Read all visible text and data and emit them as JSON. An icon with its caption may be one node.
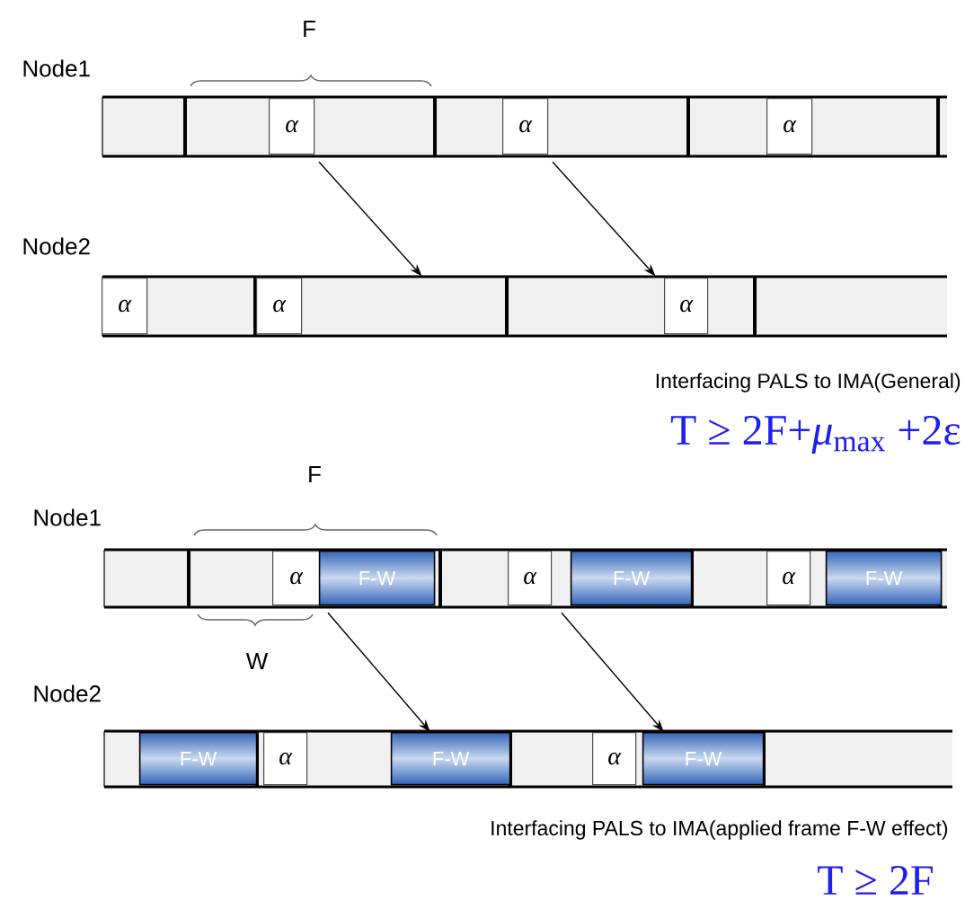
{
  "diagram": {
    "nodes": [
      {
        "text": [],
        "shape": "bar",
        "beside": [
          "Node1"
        ]
      },
      {
        "text": [
          "α"
        ],
        "in": 0
      },
      {
        "text": [
          "α"
        ],
        "in": 0
      },
      {
        "text": [
          "α"
        ],
        "in": 0
      },
      {
        "text": [],
        "shape": "bar",
        "beside": [
          "Node2"
        ]
      },
      {
        "text": [
          "α"
        ],
        "in": 4
      },
      {
        "text": [
          "α"
        ],
        "in": 4
      },
      {
        "text": [
          "α"
        ],
        "in": 4
      },
      {
        "text": [],
        "shape": "bar",
        "beside": [
          "Node1"
        ]
      },
      {
        "text": [
          "α"
        ],
        "in": 8
      },
      {
        "text": [
          "F-W"
        ],
        "in": 8
      },
      {
        "text": [
          "α"
        ],
        "in": 8
      },
      {
        "text": [
          "F-W"
        ],
        "in": 8
      },
      {
        "text": [
          "α"
        ],
        "in": 8
      },
      {
        "text": [
          "F-W"
        ],
        "in": 8
      },
      {
        "text": [],
        "shape": "bar",
        "beside": [
          "Node2"
        ]
      },
      {
        "text": [
          "F-W"
        ],
        "in": 15
      },
      {
        "text": [
          "α"
        ],
        "in": 15
      },
      {
        "text": [
          "F-W"
        ],
        "in": 15
      },
      {
        "text": [
          "α"
        ],
        "in": 15
      },
      {
        "text": [
          "F-W"
        ],
        "in": 15
      }
    ],
    "edges": [
      {
        "from": 1,
        "to": 4,
        "arrow": "to"
      },
      {
        "from": 2,
        "to": 4,
        "arrow": "to"
      },
      {
        "from": 9,
        "to": 18,
        "arrow": "to"
      },
      {
        "from": 11,
        "to": 20,
        "arrow": "to"
      }
    ],
    "labels": [
      "F",
      "Interfacing PALS to IMA(General)",
      "T ≥ 2F+*μ*$_{max}$ +2ε",
      "F",
      "W",
      "Interfacing PALS to IMA(applied frame F-W effect)",
      "T ≥ 2F"
    ]
  }
}
